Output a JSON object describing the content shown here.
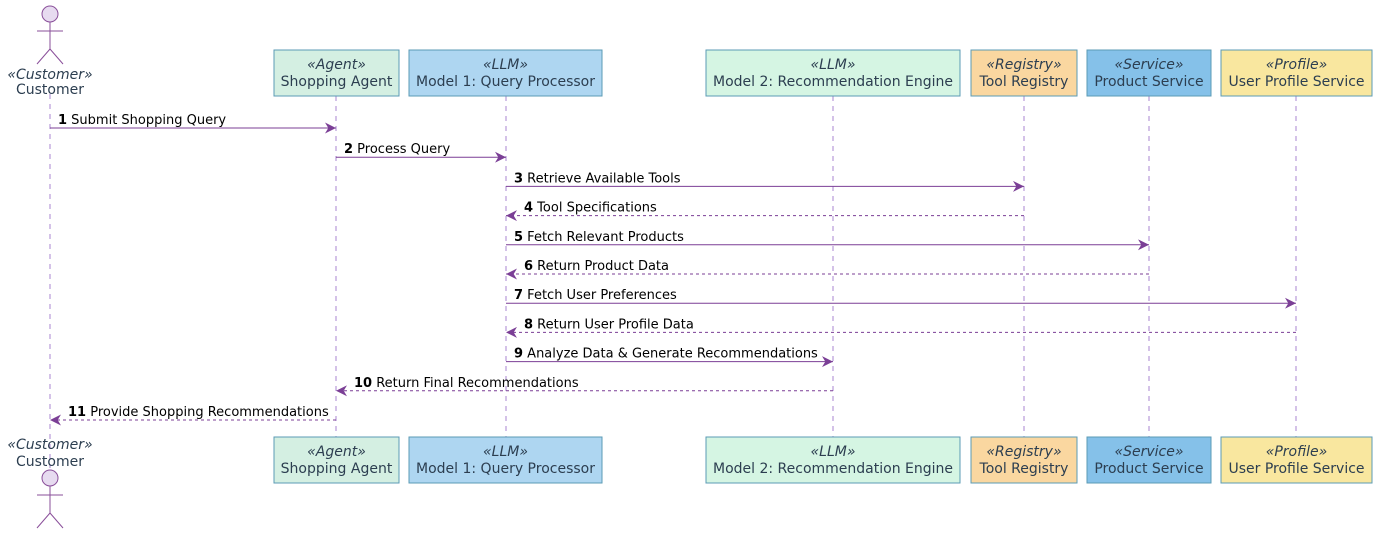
{
  "colors": {
    "arrow": "#7b3f96",
    "lifeline": "#a886d0",
    "text": "#2c3e50",
    "actor_fill": "#e7dbf0",
    "actor_stroke": "#8a4f9a",
    "box_stroke": "#5b9bb5"
  },
  "actor": {
    "stereotype": "«Customer»",
    "name": "Customer"
  },
  "participants": [
    {
      "stereotype": "«Agent»",
      "name": "Shopping Agent",
      "fill": "#d4efe2"
    },
    {
      "stereotype": "«LLM»",
      "name": "Model 1: Query Processor",
      "fill": "#aed6f1"
    },
    {
      "stereotype": "«LLM»",
      "name": "Model 2: Recommendation Engine",
      "fill": "#d5f5e3"
    },
    {
      "stereotype": "«Registry»",
      "name": "Tool Registry",
      "fill": "#fad7a0"
    },
    {
      "stereotype": "«Service»",
      "name": "Product Service",
      "fill": "#85c1e9"
    },
    {
      "stereotype": "«Profile»",
      "name": "User Profile Service",
      "fill": "#f9e79f"
    }
  ],
  "messages": [
    {
      "num": "1",
      "text": "Submit Shopping Query",
      "from": 0,
      "to": 1,
      "kind": "sync"
    },
    {
      "num": "2",
      "text": "Process Query",
      "from": 1,
      "to": 2,
      "kind": "sync"
    },
    {
      "num": "3",
      "text": "Retrieve Available Tools",
      "from": 2,
      "to": 4,
      "kind": "sync"
    },
    {
      "num": "4",
      "text": "Tool Specifications",
      "from": 4,
      "to": 2,
      "kind": "return"
    },
    {
      "num": "5",
      "text": "Fetch Relevant Products",
      "from": 2,
      "to": 5,
      "kind": "sync"
    },
    {
      "num": "6",
      "text": "Return Product Data",
      "from": 5,
      "to": 2,
      "kind": "return"
    },
    {
      "num": "7",
      "text": "Fetch User Preferences",
      "from": 2,
      "to": 6,
      "kind": "sync"
    },
    {
      "num": "8",
      "text": "Return User Profile Data",
      "from": 6,
      "to": 2,
      "kind": "return"
    },
    {
      "num": "9",
      "text": "Analyze Data & Generate Recommendations",
      "from": 2,
      "to": 3,
      "kind": "sync"
    },
    {
      "num": "10",
      "text": "Return Final Recommendations",
      "from": 3,
      "to": 1,
      "kind": "return"
    },
    {
      "num": "11",
      "text": "Provide Shopping Recommendations",
      "from": 1,
      "to": 0,
      "kind": "return"
    }
  ]
}
